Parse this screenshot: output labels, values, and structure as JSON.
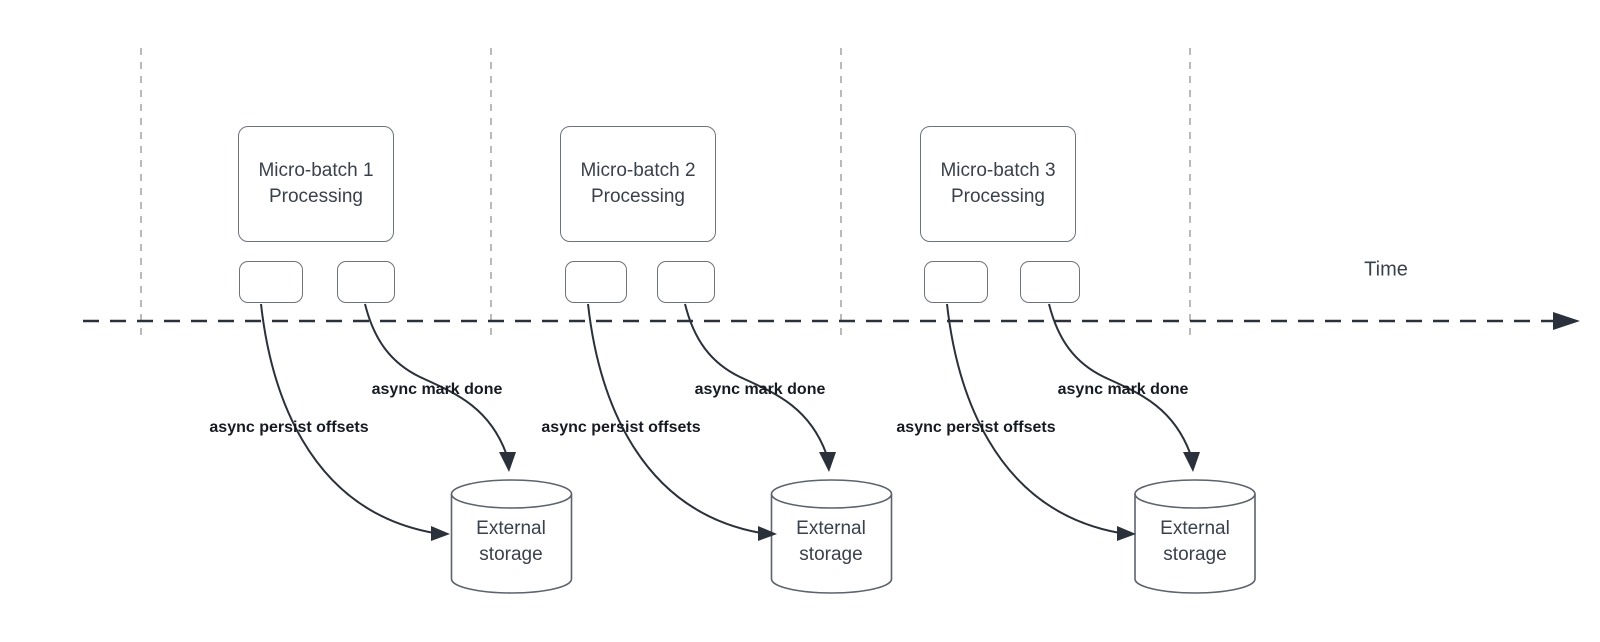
{
  "diagram": {
    "time_axis_label": "Time",
    "batches": [
      {
        "title_line1": "Micro-batch 1",
        "title_line2": "Processing",
        "persist_label": "async persist offsets",
        "done_label": "async mark done",
        "storage_line1": "External",
        "storage_line2": "storage"
      },
      {
        "title_line1": "Micro-batch 2",
        "title_line2": "Processing",
        "persist_label": "async persist offsets",
        "done_label": "async mark done",
        "storage_line1": "External",
        "storage_line2": "storage"
      },
      {
        "title_line1": "Micro-batch 3",
        "title_line2": "Processing",
        "persist_label": "async persist offsets",
        "done_label": "async mark done",
        "storage_line1": "External",
        "storage_line2": "storage"
      }
    ],
    "colors": {
      "connector_ink": "#2b313b",
      "lane_divider": "#a9a9a9",
      "shape_border": "#6e737a",
      "shape_text": "#3a414c",
      "label_text": "#161b23",
      "background": "#ffffff"
    }
  }
}
